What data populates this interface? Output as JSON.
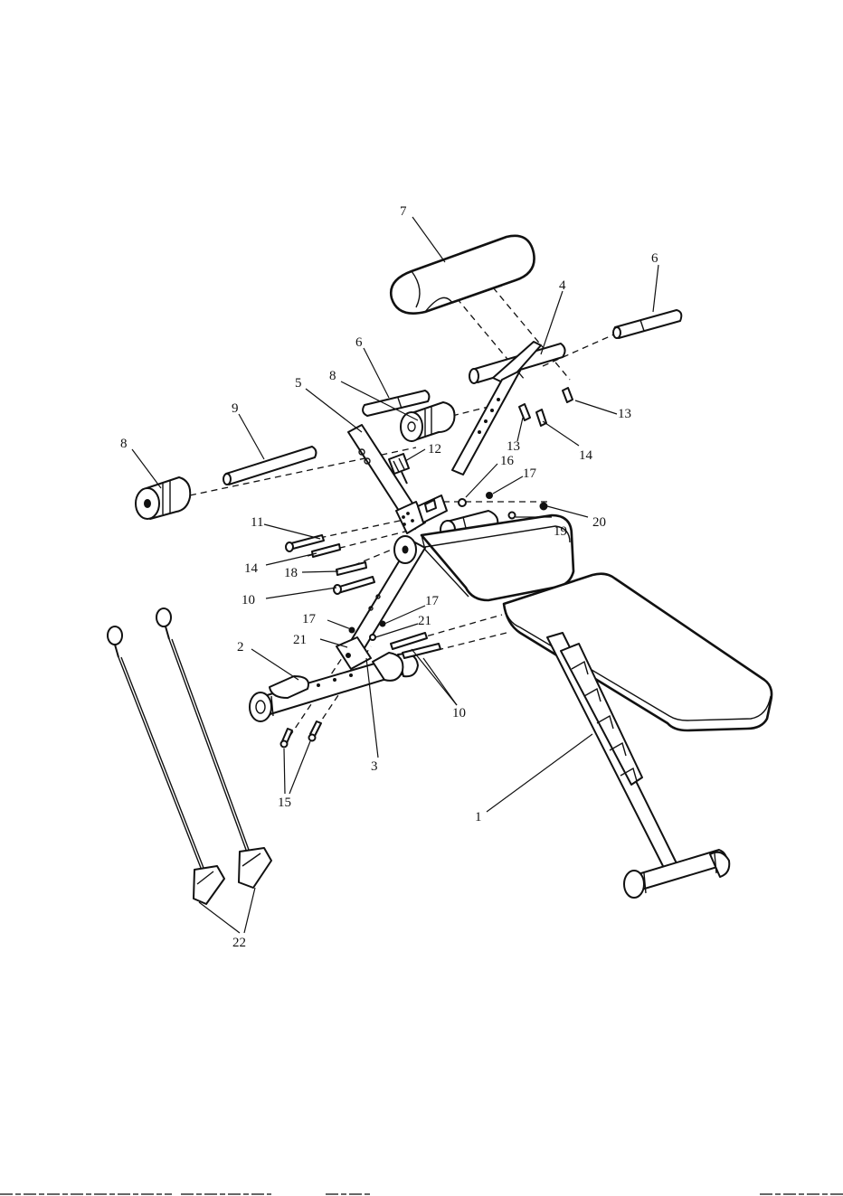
{
  "callouts": {
    "c1": "1",
    "c2": "2",
    "c3": "3",
    "c4": "4",
    "c5": "5",
    "c6a": "6",
    "c6b": "6",
    "c7": "7",
    "c8a": "8",
    "c8b": "8",
    "c9": "9",
    "c10a": "10",
    "c10b": "10",
    "c11": "11",
    "c12": "12",
    "c13a": "13",
    "c13b": "13",
    "c14a": "14",
    "c14b": "14",
    "c15": "15",
    "c16": "16",
    "c17a": "17",
    "c17b": "17",
    "c17c": "17",
    "c18": "18",
    "c19": "19",
    "c20": "20",
    "c21a": "21",
    "c21b": "21",
    "c22": "22"
  }
}
